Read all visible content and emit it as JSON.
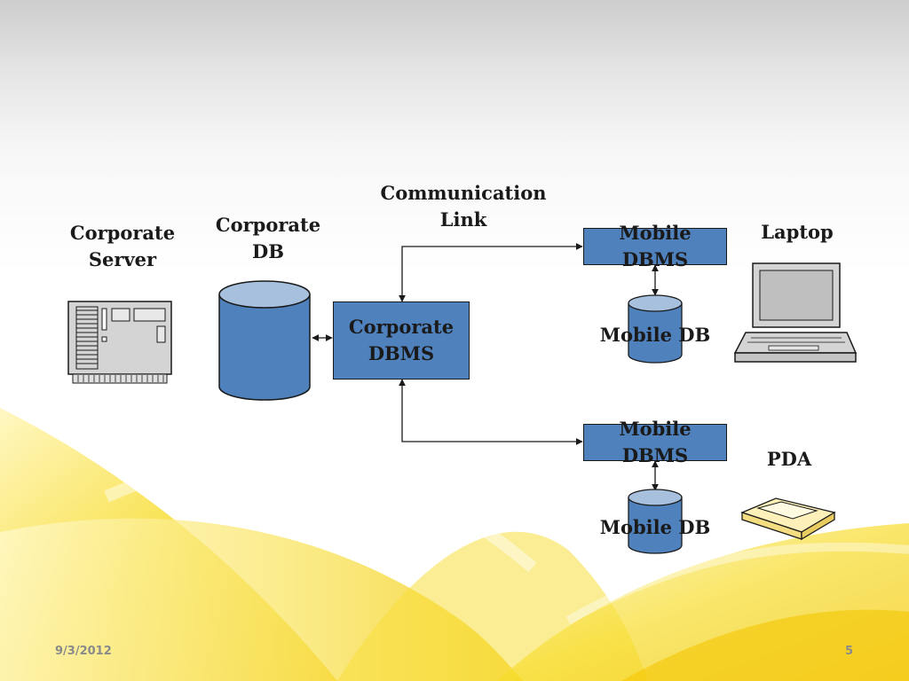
{
  "diagram": {
    "corporate_server": {
      "line1": "Corporate",
      "line2": "Server"
    },
    "corporate_db": {
      "line1": "Corporate",
      "line2": "DB"
    },
    "communication_link": {
      "line1": "Communication",
      "line2": "Link"
    },
    "corporate_dbms": {
      "line1": "Corporate",
      "line2": "DBMS"
    },
    "mobile_dbms_top": "Mobile DBMS",
    "mobile_db_top": "Mobile DB",
    "mobile_dbms_bottom": "Mobile DBMS",
    "mobile_db_bottom": "Mobile DB",
    "laptop": "Laptop",
    "pda": "PDA"
  },
  "colors": {
    "accent_blue": "#4f81bd",
    "cylinder_top": "#a7c0de",
    "swoosh_yellow": "#f5d000"
  },
  "footer": {
    "date": "9/3/2012",
    "page_number": "5"
  }
}
